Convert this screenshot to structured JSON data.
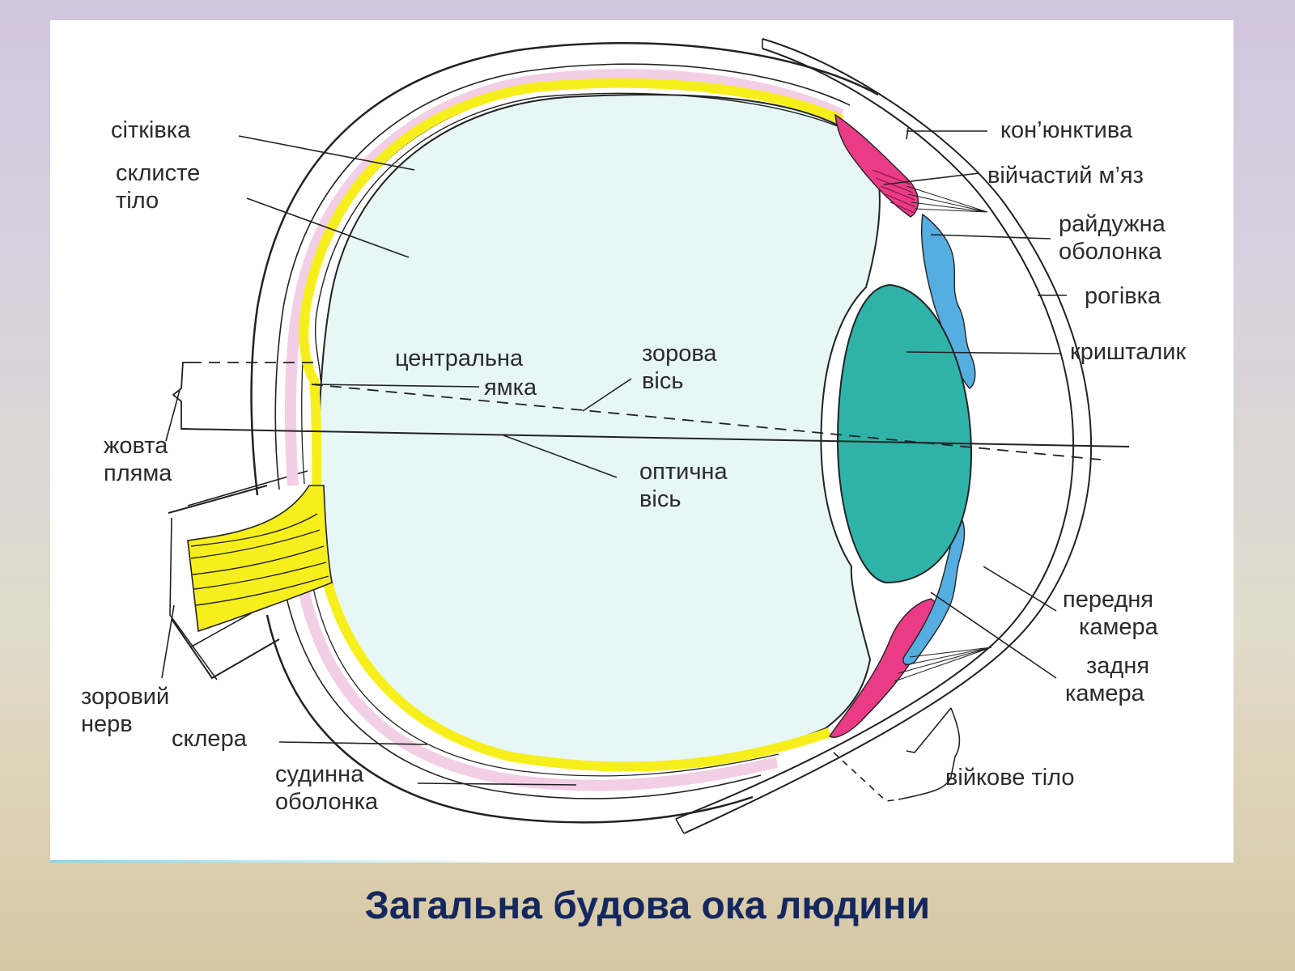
{
  "title": "Загальна будова ока людини",
  "labels": {
    "sitkivka": "сітківка",
    "sklyste_1": "склисте",
    "sklyste_2": "тіло",
    "tsentralna_1": "центральна",
    "tsentralna_2": "ямка",
    "zorova_1": "зорова",
    "zorova_2": "вісь",
    "optychna_1": "оптична",
    "optychna_2": "вісь",
    "zhovta_1": "жовта",
    "zhovta_2": "пляма",
    "zorovyi_1": "зоровий",
    "zorovyi_2": "нерв",
    "sklera": "склера",
    "sudynna_1": "судинна",
    "sudynna_2": "оболонка",
    "konyunktyva": "кон’юнктива",
    "viichastyi": "війчастий м’яз",
    "raiduzhna_1": "райдужна",
    "raiduzhna_2": "оболонка",
    "rohivka": "рогівка",
    "kryshtalyk": "кришталик",
    "perednia_1": "передня",
    "perednia_2": "камера",
    "zadnia_1": "задня",
    "zadnia_2": "камера",
    "viikove": "війкове тіло"
  },
  "colors": {
    "vitreous": "#e6f7f5",
    "retina": "#f7ef1c",
    "choroid": "#f3cfe6",
    "lens": "#2fb3a9",
    "iris": "#56aee0",
    "ciliary_muscle": "#ea3b86",
    "title": "#15275f"
  }
}
